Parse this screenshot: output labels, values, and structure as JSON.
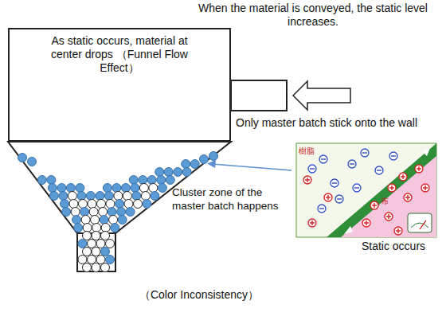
{
  "diagram": {
    "nodes": [
      {
        "text": [
          "As static occurs, material at center drops （Funnel Flow Effect）"
        ]
      }
    ],
    "labels": [
      "When the material is conveyed, the static level increases.",
      "Only master batch stick onto the wall",
      "Cluster zone of the master batch happens",
      "Static occurs",
      "（Color Inconsistency）",
      "樹脂",
      "布"
    ]
  }
}
